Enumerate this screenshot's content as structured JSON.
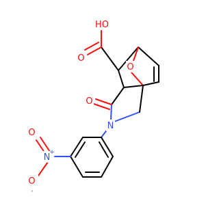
{
  "molecule": {
    "atoms": {
      "carboxyl_oh": {
        "symbol": "HO",
        "color": "#ff0d0d"
      },
      "carboxyl_o": {
        "symbol": "O",
        "color": "#ff0d0d"
      },
      "bridge_o": {
        "symbol": "O",
        "color": "#ff0d0d"
      },
      "ketone_o": {
        "symbol": "O",
        "color": "#ff0d0d"
      },
      "ring_n": {
        "symbol": "N",
        "color": "#3050f8"
      },
      "nitro_n": {
        "symbol": "N",
        "charge": "+",
        "color": "#3050f8"
      },
      "nitro_o_double": {
        "symbol": "O",
        "color": "#ff0d0d"
      },
      "nitro_o_single": {
        "symbol": "O",
        "charge": "-",
        "color": "#ff0d0d"
      }
    }
  }
}
